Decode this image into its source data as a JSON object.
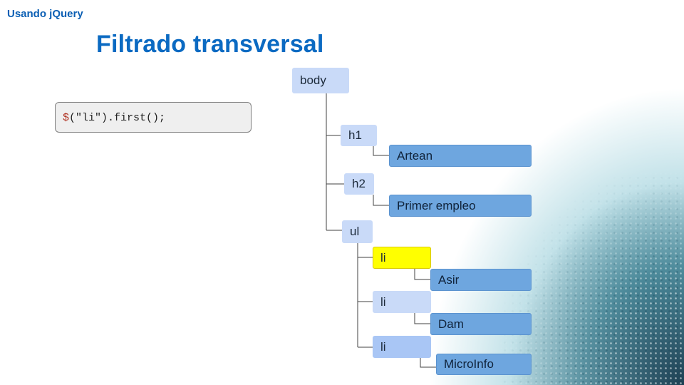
{
  "header": {
    "tag": "Usando jQuery"
  },
  "slide": {
    "title": "Filtrado transversal"
  },
  "code": {
    "dollar": "$",
    "rest": "(\"li\").first();"
  },
  "tree": {
    "body": "body",
    "h1": "h1",
    "h1_text": "Artean",
    "h2": "h2",
    "h2_text": "Primer empleo",
    "ul": "ul",
    "li1": "li",
    "li1_text": "Asir",
    "li2": "li",
    "li2_text": "Dam",
    "li3": "li",
    "li3_text": "MicroInfo"
  },
  "colors": {
    "highlight": "#ffff00",
    "title": "#0b6ac2",
    "node_light": "#c9daf8",
    "node_dark": "#6ea6df"
  }
}
